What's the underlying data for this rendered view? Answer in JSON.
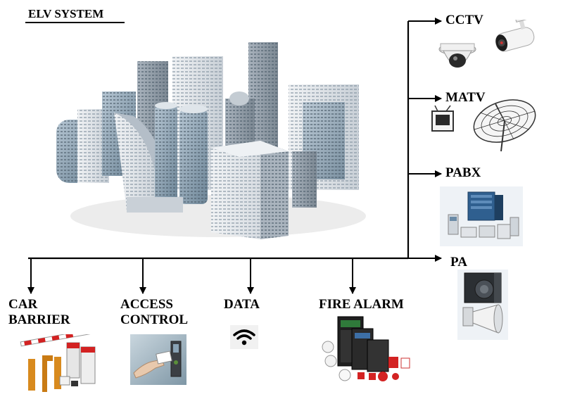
{
  "title": "ELV SYSTEM",
  "colors": {
    "line": "#000000",
    "building_light": "#e4e8ec",
    "building_mid": "#b9c2cb",
    "building_dark": "#7f8c98",
    "glass": "#8fa6b8",
    "red": "#d32222",
    "orange": "#d88a1e",
    "camera_white": "#f2f2f2",
    "pabx_blue": "#2f5f8f"
  },
  "right_branches": [
    {
      "label": "CCTV",
      "icon": "cctv-camera-icon"
    },
    {
      "label": "MATV",
      "icon": "satellite-dish-icon"
    },
    {
      "label": "PABX",
      "icon": "telephone-exchange-icon"
    },
    {
      "label": "PA",
      "icon": "speaker-icon"
    }
  ],
  "bottom_branches": [
    {
      "label_line1": "CAR",
      "label_line2": "BARRIER",
      "icon": "car-barrier-icon"
    },
    {
      "label_line1": "ACCESS",
      "label_line2": "CONTROL",
      "icon": "card-reader-icon"
    },
    {
      "label_line1": "DATA",
      "label_line2": "",
      "icon": "wifi-icon"
    },
    {
      "label_line1": "FIRE ALARM",
      "label_line2": "",
      "icon": "fire-alarm-panel-icon"
    }
  ]
}
